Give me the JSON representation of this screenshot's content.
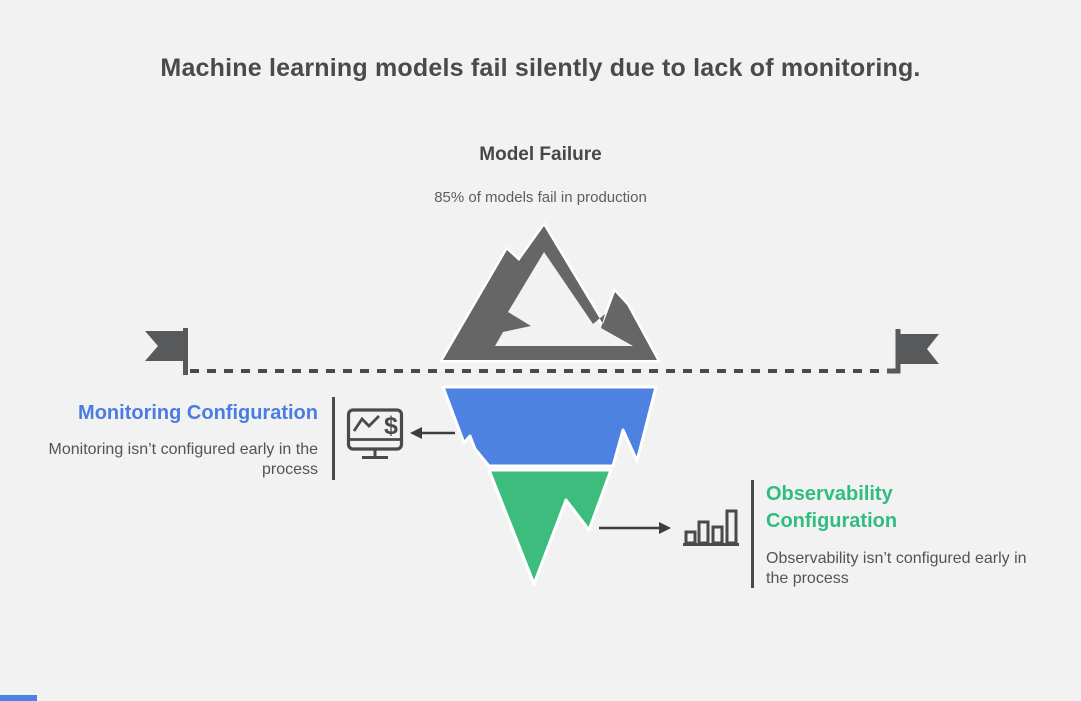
{
  "title": "Machine learning models fail silently due to lack of monitoring.",
  "summit": {
    "heading": "Model Failure",
    "subheading": "85% of models fail in production"
  },
  "monitoring_callout": {
    "heading": "Monitoring Configuration",
    "description": "Monitoring isn’t configured early in the process",
    "icon": "monitor-chart-dollar-icon"
  },
  "observability_callout": {
    "heading": "Observability Configuration",
    "description": "Observability isn’t configured early in the process",
    "icon": "bar-chart-icon"
  },
  "icons": {
    "monitor_dollar_glyph": "$"
  },
  "colors": {
    "background": "#f2f2f2",
    "title_text": "#4a4a4a",
    "body_text": "#545454",
    "mountain_gray": "#666666",
    "flag_gray": "#58595b",
    "line_dark": "#4a4a4a",
    "arrow_dark": "#3d3d3d",
    "iceberg_blue": "#4d82e2",
    "iceberg_green": "#3dbd7d",
    "monitoring_accent": "#4a7de2",
    "observability_accent": "#31bd80",
    "outline_white": "#ffffff"
  }
}
